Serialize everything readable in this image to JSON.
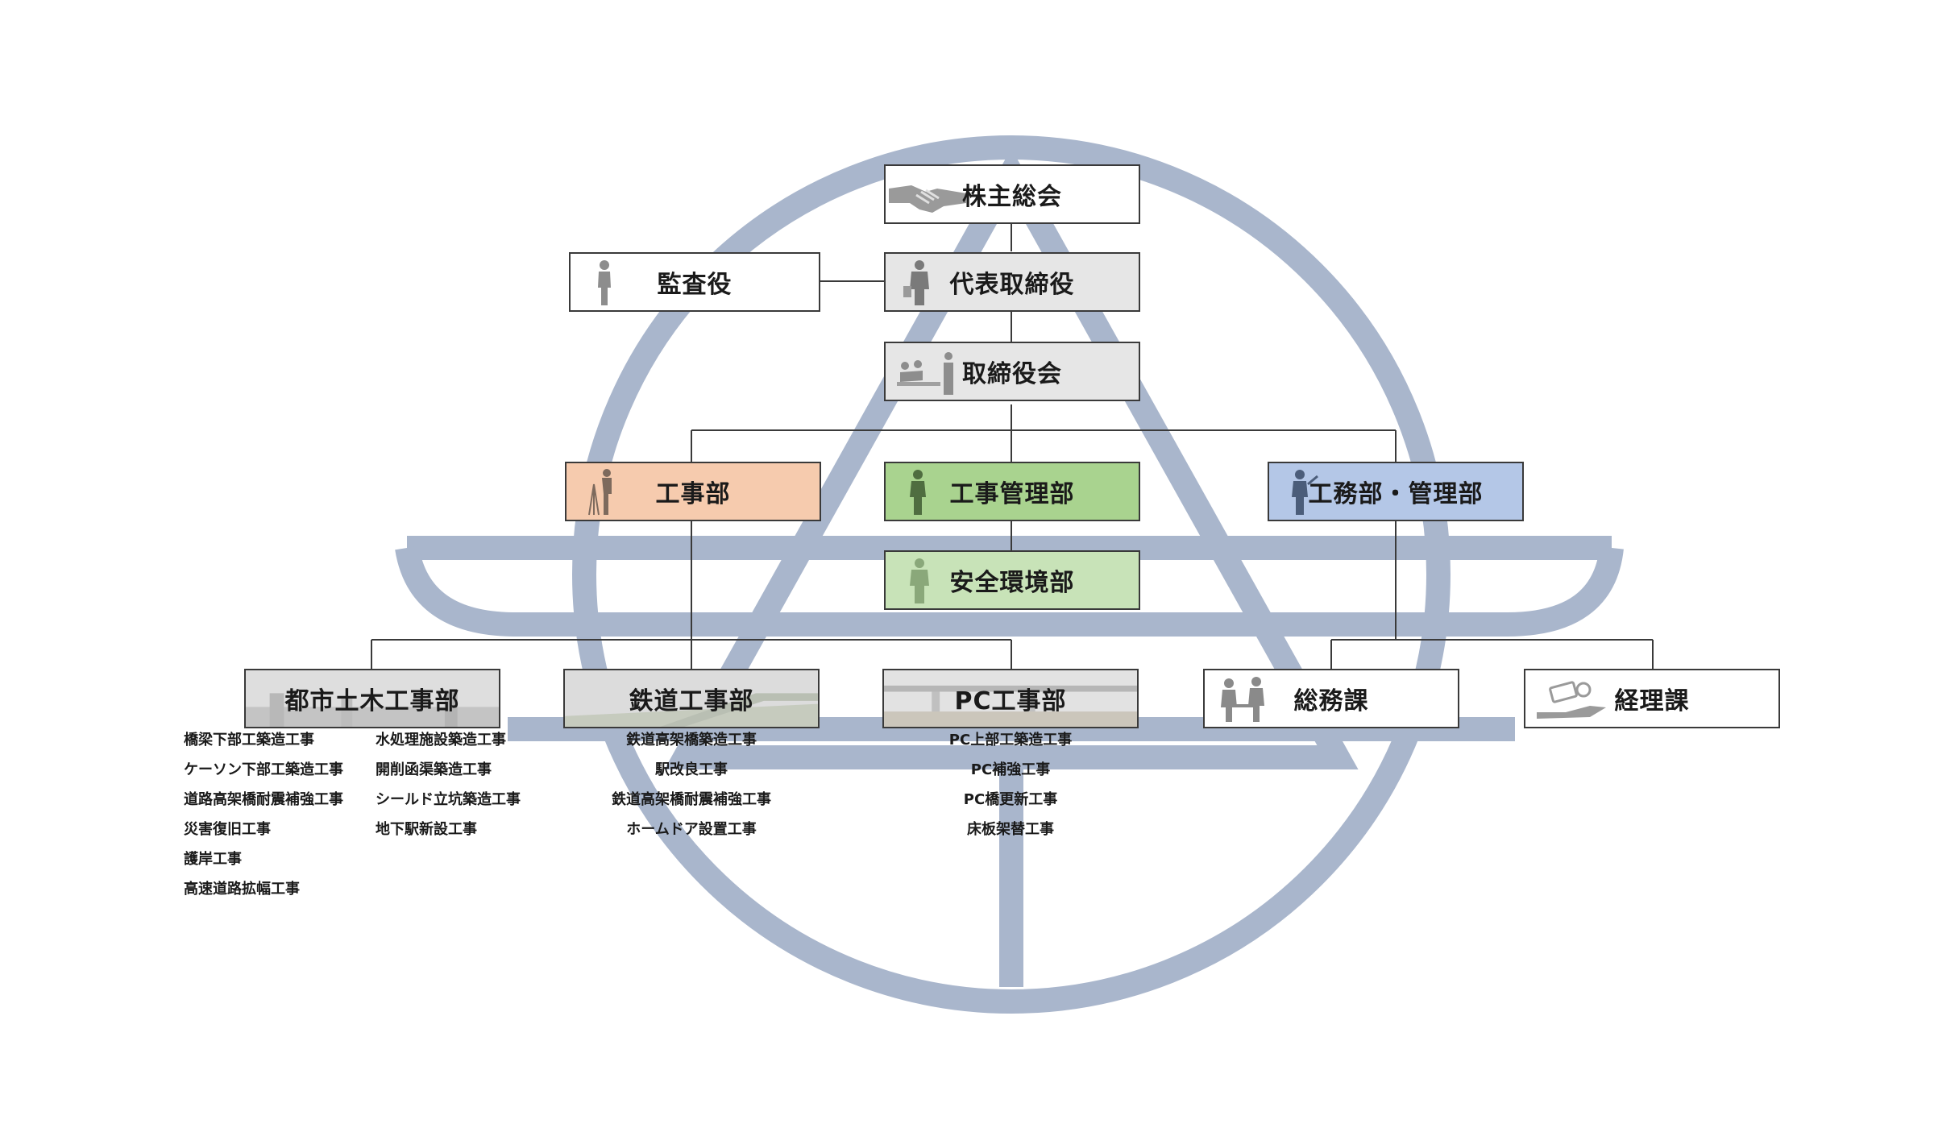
{
  "colors": {
    "logo": "#a9b6cc",
    "line": "#3a3a3a",
    "kouji": "#f6cbae",
    "kanri": "#a9d38f",
    "anzen": "#c8e3b8",
    "koumu": "#b4c7e7",
    "gray": "#e6e6e6"
  },
  "org": {
    "shareholders": "株主総会",
    "auditor": "監査役",
    "president": "代表取締役",
    "board": "取締役会",
    "construction": "工事部",
    "construction_mgmt": "工事管理部",
    "engineering_admin": "工務部・管理部",
    "safety_env": "安全環境部",
    "civil": "都市土木工事部",
    "railway": "鉄道工事部",
    "pc": "PC工事部",
    "general_affairs": "総務課",
    "accounting": "経理課"
  },
  "icons": {
    "shareholders": "handshake-icon",
    "auditor": "person-standing-icon",
    "president": "businessman-icon",
    "board": "meeting-icon",
    "construction": "surveyor-icon",
    "construction_mgmt": "worker-icon",
    "engineering_admin": "presenter-icon",
    "safety_env": "safety-worker-icon",
    "general_affairs": "office-workers-icon",
    "accounting": "money-hand-icon"
  },
  "works": {
    "civil_col1": [
      "橋梁下部工築造工事",
      "ケーソン下部工築造工事",
      "道路高架橋耐震補強工事",
      "災害復旧工事",
      "護岸工事",
      "高速道路拡幅工事"
    ],
    "civil_col2": [
      "水処理施設築造工事",
      "開削函渠築造工事",
      "シールド立坑築造工事",
      "地下駅新設工事"
    ],
    "railway": [
      "鉄道高架橋築造工事",
      "駅改良工事",
      "鉄道高架橋耐震補強工事",
      "ホームドア設置工事"
    ],
    "pc": [
      "PC上部工築造工事",
      "PC補強工事",
      "PC橋更新工事",
      "床板架替工事"
    ]
  }
}
